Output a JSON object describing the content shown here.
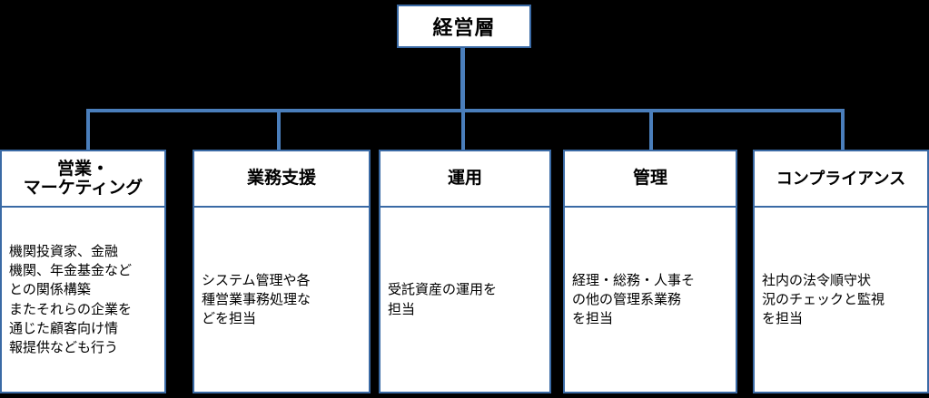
{
  "diagram": {
    "title": "経営層",
    "line_color": "#4A7EBB",
    "border_color": "#3A6AA5",
    "background_color": "#000000",
    "box_fill": "#FFFFFF"
  },
  "root": {
    "label": "経営層"
  },
  "departments": [
    {
      "id": "sales-marketing",
      "title": "営業・\nマーケティング",
      "description": "機関投資家、金融\n機関、年金基金など\nとの関係構築\nまたそれらの企業を\n通じた顧客向け情\n報提供なども行う"
    },
    {
      "id": "business-support",
      "title": "業務支援",
      "description": "システム管理や各\n種営業事務処理な\nどを担当"
    },
    {
      "id": "investment-management",
      "title": "運用",
      "description": "受託資産の運用を\n担当"
    },
    {
      "id": "administration",
      "title": "管理",
      "description": "経理・総務・人事そ\nの他の管理系業務\nを担当"
    },
    {
      "id": "compliance",
      "title": "コンプライアンス",
      "description": "社内の法令順守状\n況のチェックと監視\nを担当"
    }
  ]
}
